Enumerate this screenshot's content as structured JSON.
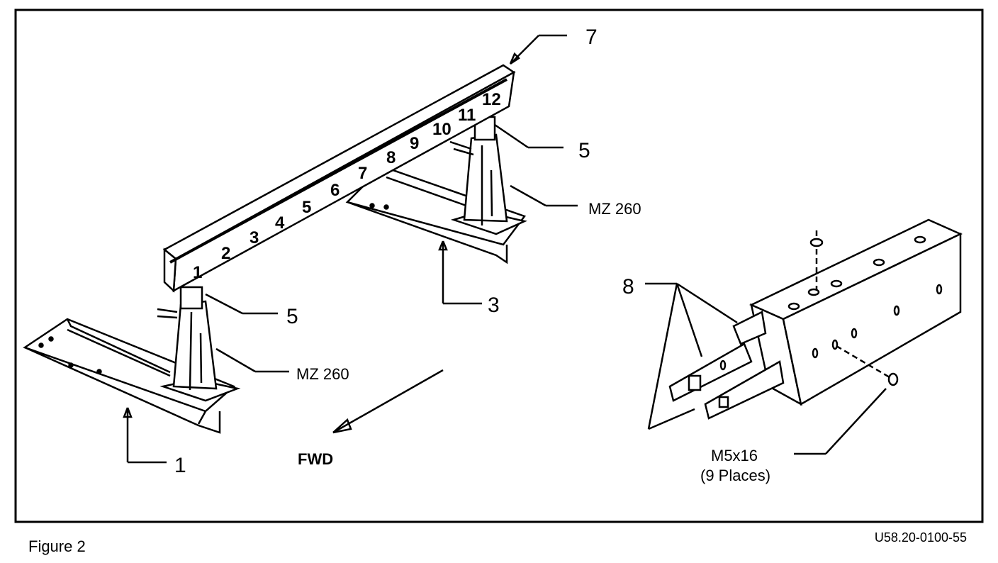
{
  "figure": {
    "caption": "Figure 2",
    "drawing_number": "U58.20-0100-55"
  },
  "callouts": {
    "item_1": "1",
    "item_3": "3",
    "item_5_left": "5",
    "item_5_right": "5",
    "item_7": "7",
    "item_8": "8",
    "support_left": "MZ 260",
    "support_right": "MZ 260",
    "direction": "FWD",
    "bolt_size": "M5x16",
    "bolt_qty": "(9 Places)"
  },
  "beam_scale": [
    "1",
    "2",
    "3",
    "4",
    "5",
    "6",
    "7",
    "8",
    "9",
    "10",
    "11",
    "12"
  ],
  "icons": {
    "direction_arrow": "fwd-arrow-icon"
  }
}
